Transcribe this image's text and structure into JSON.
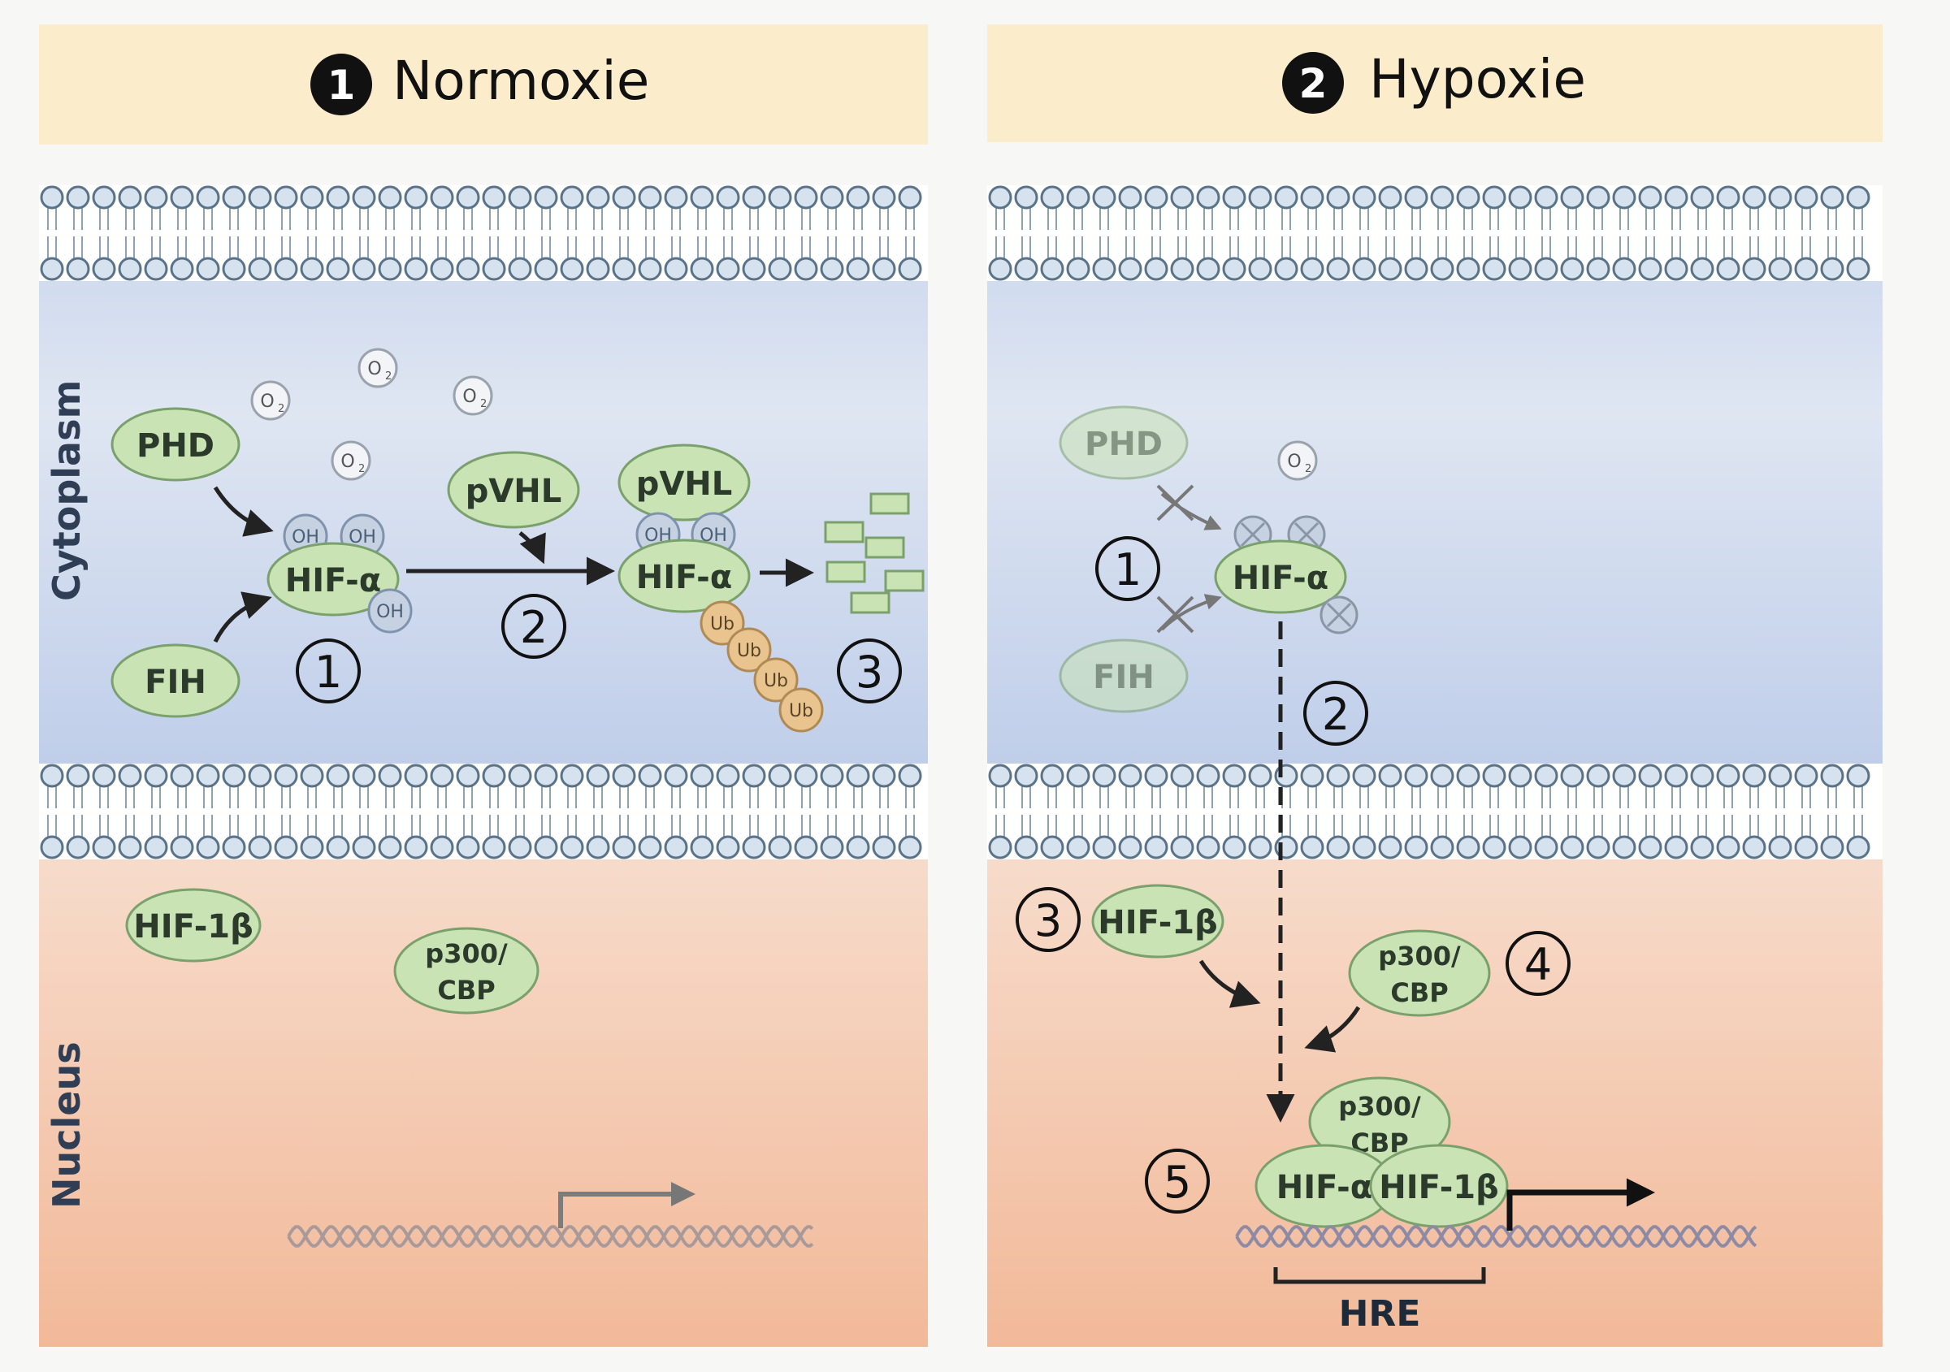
{
  "panels": [
    {
      "badge": "1",
      "title": "Normoxie"
    },
    {
      "badge": "2",
      "title": "Hypoxie"
    }
  ],
  "compartments": {
    "cytoplasm": "Cytoplasm",
    "nucleus": "Nucleus"
  },
  "proteins": {
    "phd": "PHD",
    "fih": "FIH",
    "pvhl": "pVHL",
    "hif_alpha": "HIF-α",
    "hif_1beta": "HIF-1β",
    "p300_line1": "p300/",
    "p300_line2": "CBP",
    "oh": "OH",
    "ub": "Ub",
    "o2": "O",
    "o2_sub": "2"
  },
  "steps": {
    "s1": "1",
    "s2": "2",
    "s3": "3",
    "s4": "4",
    "s5": "5"
  },
  "hre": "HRE",
  "colors": {
    "header_bg": "#fbeccb",
    "protein_fill": "#c9e3b5",
    "protein_stroke": "#7aa06c",
    "ub_fill": "#e9c48e",
    "lipid_head": "#d6e3ee",
    "lipid_stroke": "#5b7388"
  }
}
